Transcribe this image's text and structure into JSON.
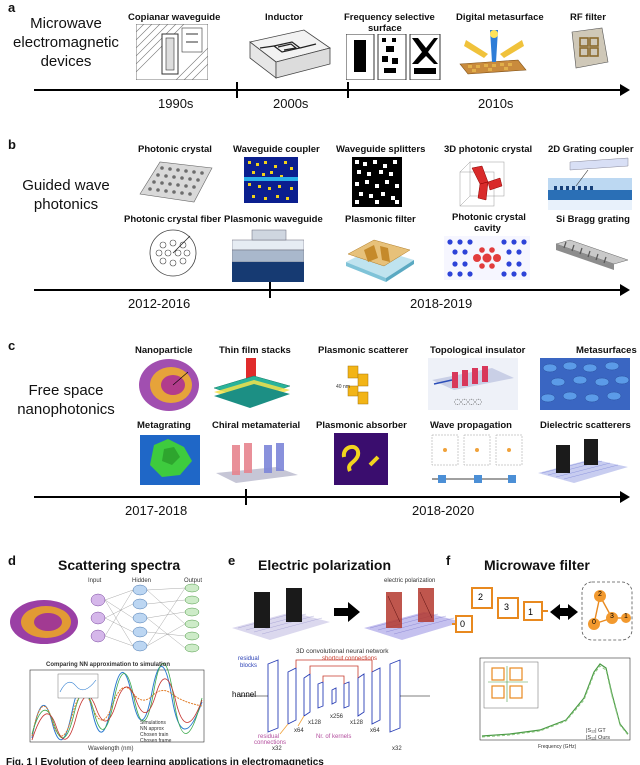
{
  "panel_a": {
    "letter": "a",
    "title_line1": "Microwave",
    "title_line2": "electromagnetic",
    "title_line3": "devices",
    "items": [
      "Copianar waveguide",
      "Inductor",
      "Frequency selective",
      "surface",
      "Digital metasurface",
      "RF filter"
    ],
    "eras": [
      "1990s",
      "2000s",
      "2010s"
    ]
  },
  "panel_b": {
    "letter": "b",
    "title_line1": "Guided wave",
    "title_line2": "photonics",
    "items_top": [
      "Photonic crystal",
      "Waveguide coupler",
      "Waveguide splitters",
      "3D photonic crystal",
      "2D Grating coupler"
    ],
    "items_bottom": [
      "Photonic crystal fiber",
      "Plasmonic waveguide",
      "Plasmonic filter",
      "Photonic crystal",
      "cavity",
      "Si Bragg grating"
    ],
    "eras": [
      "2012-2016",
      "2018-2019"
    ]
  },
  "panel_c": {
    "letter": "c",
    "title_line1": "Free space",
    "title_line2": "nanophotonics",
    "items_top": [
      "Nanoparticle",
      "Thin film stacks",
      "Plasmonic scatterer",
      "Topological insulator",
      "Metasurfaces"
    ],
    "items_bottom": [
      "Metagrating",
      "Chiral metamaterial",
      "Plasmonic absorber",
      "Wave propagation",
      "Dielectric scatterers"
    ],
    "eras": [
      "2017-2018",
      "2018-2020"
    ]
  },
  "panel_d": {
    "letter": "d",
    "title": "Scattering spectra",
    "nn_labels": [
      "Input",
      "Hidden",
      "Output"
    ],
    "plot_title": "Comparing NN approximation to simulation",
    "xlabel": "Wavelength (nm)",
    "legend": [
      "Simulations",
      "NN approx",
      "Chosen train",
      "Chosen frame"
    ]
  },
  "panel_e": {
    "letter": "e",
    "title": "Electric polarization",
    "right_caption": "electric polarization",
    "net_title": "3D convolutional neural network",
    "labels": [
      "residual",
      "blocks",
      "shortcut connections",
      "hannel",
      "residual",
      "connections",
      "Nr. of kernels"
    ],
    "counts": [
      "x32",
      "x64",
      "x128",
      "x256",
      "x128",
      "x64",
      "x32"
    ]
  },
  "panel_f": {
    "letter": "f",
    "title": "Microwave filter",
    "blocks": [
      "2",
      "3",
      "1",
      "0"
    ],
    "nodes": [
      "2",
      "3",
      "1",
      "0"
    ],
    "legend": [
      "|S₁₂| GT",
      "|S₁₂| Ours"
    ],
    "xlabel": "Frequency (GHz)"
  },
  "caption": "Fig. 1 | Evolution of deep learning applications in electromagnetics"
}
